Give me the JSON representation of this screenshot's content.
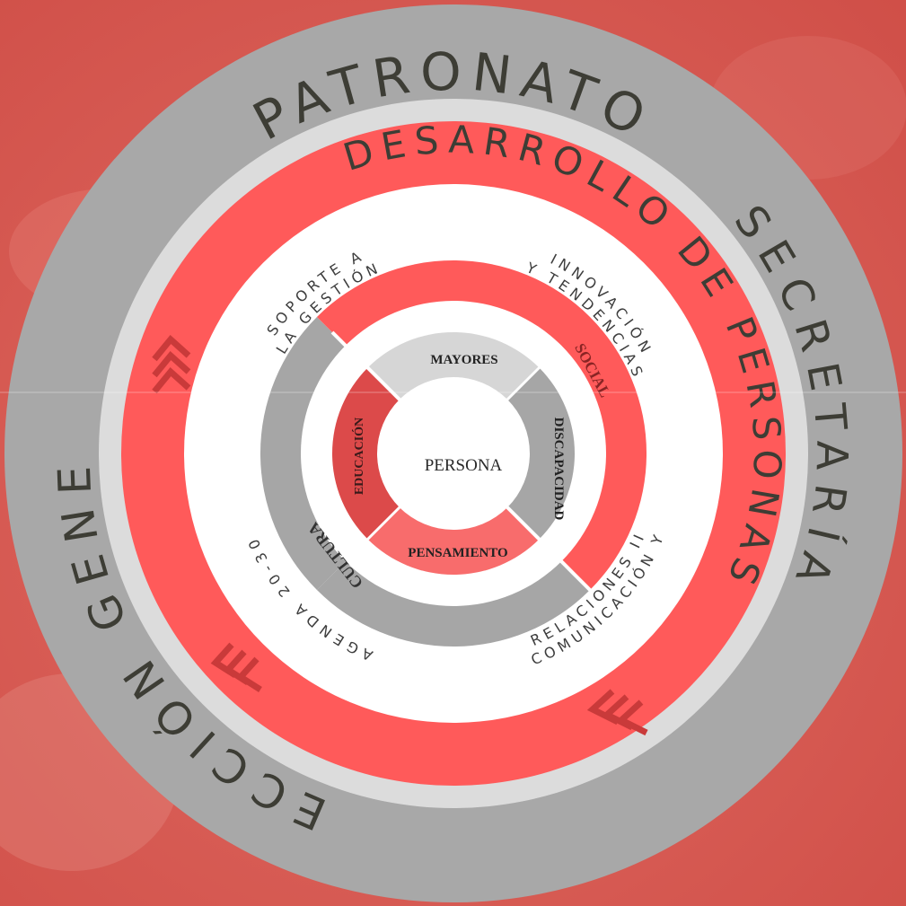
{
  "rings": {
    "outer_top": "PATRONATO",
    "outer_left": "DIRECCIÓN GENERAL",
    "outer_right": "SECRETARÍA",
    "middle": "DESARROLLO DE PERSONAS"
  },
  "areas": {
    "soporte": [
      "SOPORTE A",
      "LA GESTIÓN"
    ],
    "innovacion": [
      "INNOVACIÓN",
      "Y TENDENCIAS"
    ],
    "agenda": "AGENDA 20-30",
    "comunicacion": [
      "COMUNICACIÓN Y",
      "RELACIONES II"
    ]
  },
  "sectors": {
    "social": "SOCIAL",
    "cultura": "CULTURA",
    "mayores": "MAYORES",
    "discapacidad": "DISCAPACIDAD",
    "pensamiento": "PENSAMIENTO",
    "educacion": "EDUCACIÓN"
  },
  "center": "PERSONA",
  "colors": {
    "background": "#d8574f",
    "outer_ring": "#a8a8a8",
    "outer_band": "#dcdcdc",
    "red_ring": "#ff5a5a",
    "white_band": "#ffffff",
    "gray_sector": "#a6a6a6",
    "light_gray": "#d6d6d6",
    "pensamiento": "#f86c6c",
    "educacion": "#dc4a4a",
    "chevron": "#c93a3a",
    "text_dark": "#3d3d35"
  }
}
